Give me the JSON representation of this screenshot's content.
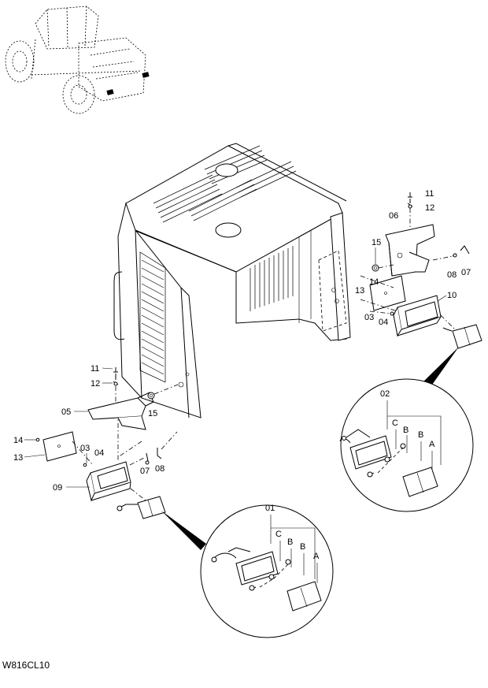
{
  "drawing_code": "W816CL10",
  "part_labels": {
    "p11r": "11",
    "p12r": "12",
    "p06": "06",
    "p15r": "15",
    "p08r": "08",
    "p07r": "07",
    "p14r": "14",
    "p13r": "13",
    "p10": "10",
    "p03r": "03",
    "p04r": "04",
    "p11l": "11",
    "p12l": "12",
    "p05": "05",
    "p15l": "15",
    "p14l": "14",
    "p13l": "13",
    "p03l": "03",
    "p04l": "04",
    "p09": "09",
    "p07l": "07",
    "p08l": "08"
  },
  "detail_01": {
    "title": "01",
    "c": "C",
    "b1": "B",
    "b2": "B",
    "a": "A"
  },
  "detail_02": {
    "title": "02",
    "c": "C",
    "b1": "B",
    "b2": "B",
    "a": "A"
  }
}
